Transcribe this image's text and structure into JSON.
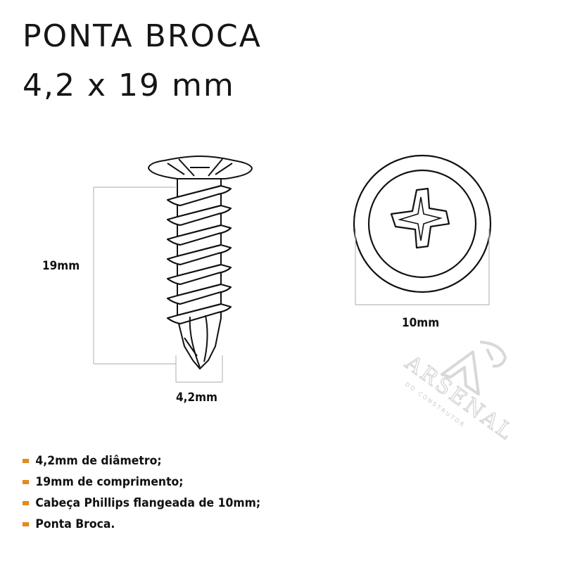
{
  "title": {
    "line1": "PONTA BROCA",
    "line2": "4,2 x 19 mm"
  },
  "dimensions": {
    "length": "19mm",
    "diameter": "4,2mm",
    "head": "10mm"
  },
  "watermark": {
    "brand": "ARSENAL",
    "tagline": "DO CONSTRUTOR",
    "icon": "arsenal-a-logo-icon"
  },
  "specs": [
    {
      "text": "4,2mm de diâmetro;"
    },
    {
      "text": "19mm de comprimento;"
    },
    {
      "text": "Cabeça Phillips flangeada de 10mm;"
    },
    {
      "text": "Ponta Broca."
    }
  ],
  "colors": {
    "bullet": "#e58a1a",
    "line": "#111111",
    "dimension_line": "#bbbbbb",
    "watermark": "#d6d6d6"
  }
}
